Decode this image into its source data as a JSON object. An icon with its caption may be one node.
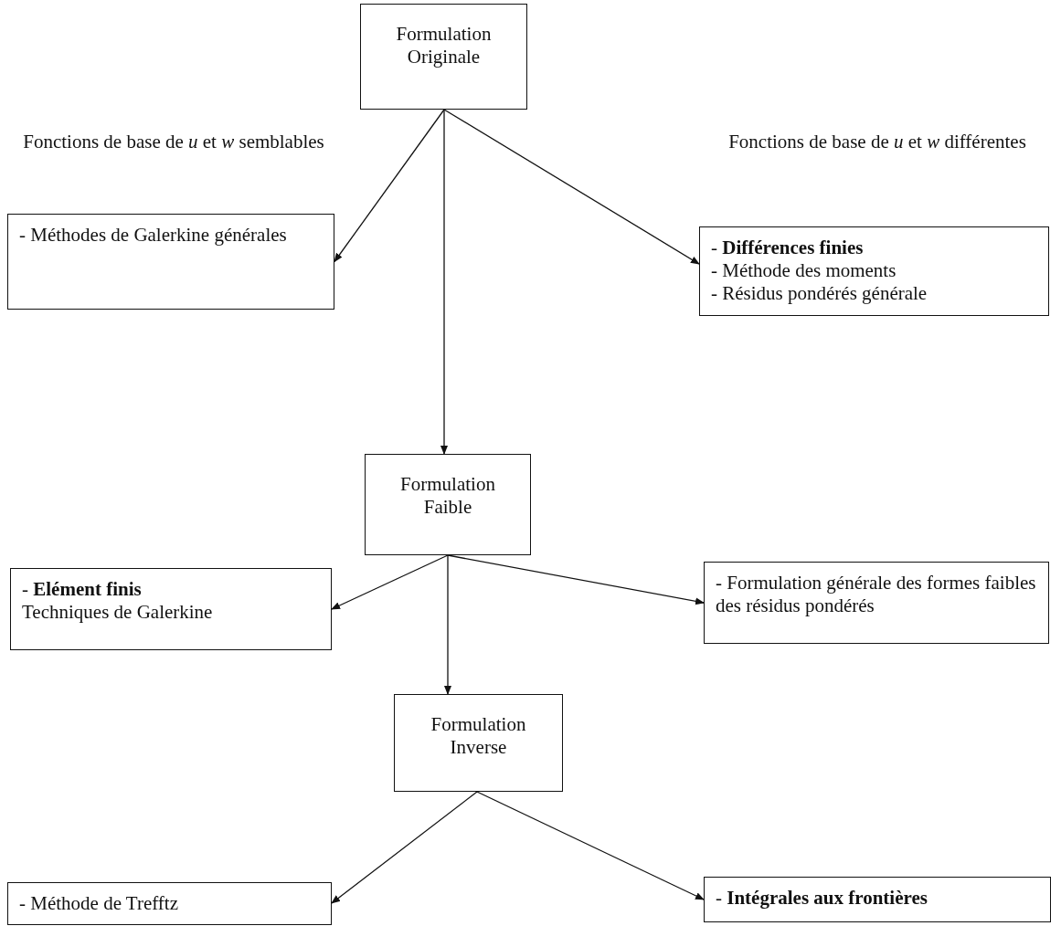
{
  "diagram": {
    "nodes": [
      {
        "text": [
          "Formulation Originale"
        ]
      },
      {
        "text": [
          "- Méthodes de Galerkine générales"
        ]
      },
      {
        "text": [
          "- **Différences finies**",
          "- Méthode des moments",
          "- Résidus pondérés générale"
        ]
      },
      {
        "text": [
          "Formulation Faible"
        ]
      },
      {
        "text": [
          "- **Elément finis**",
          "Techniques de Galerkine"
        ]
      },
      {
        "text": [
          "- Formulation générale des formes faibles des résidus pondérés"
        ]
      },
      {
        "text": [
          "Formulation Inverse"
        ]
      },
      {
        "text": [
          "- Méthode de Trefftz"
        ]
      },
      {
        "text": [
          "- **Intégrales aux frontières**"
        ]
      }
    ],
    "edges": [
      {
        "from": 0,
        "to": 1,
        "arrow": "to"
      },
      {
        "from": 0,
        "to": 2,
        "arrow": "to"
      },
      {
        "from": 0,
        "to": 3,
        "arrow": "to"
      },
      {
        "from": 3,
        "to": 4,
        "arrow": "to"
      },
      {
        "from": 3,
        "to": 5,
        "arrow": "to"
      },
      {
        "from": 3,
        "to": 6,
        "arrow": "to"
      },
      {
        "from": 6,
        "to": 7,
        "arrow": "to"
      },
      {
        "from": 6,
        "to": 8,
        "arrow": "to"
      }
    ],
    "labels": [
      "Fonctions de base de *u* et *w* semblables",
      "Fonctions de base de *u* et *w* différentes"
    ]
  }
}
